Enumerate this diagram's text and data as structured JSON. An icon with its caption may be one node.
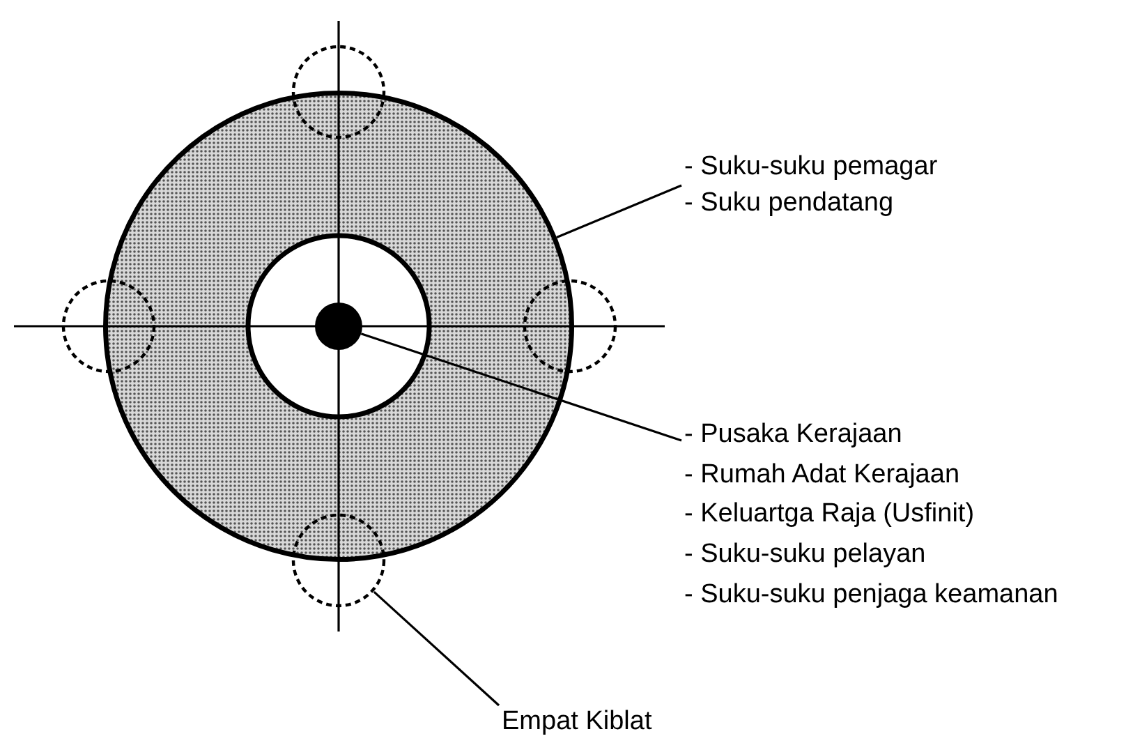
{
  "diagram": {
    "nodes": [
      {
        "text": [
          "- Suku-suku pemagar",
          "- Suku pendatang"
        ]
      },
      {
        "text": [],
        "shape": "circle"
      },
      {
        "text": [],
        "shape": "circle"
      },
      {
        "text": [],
        "shape": "circle"
      },
      {
        "text": [],
        "shape": "circle",
        "in": 2
      },
      {
        "text": [],
        "shape": "circle"
      },
      {
        "text": [
          "- Pusaka Kerajaan",
          "- Rumah Adat Kerajaan",
          "- Keluartga Raja (Usfinit)",
          "- Suku-suku pelayan",
          "- Suku-suku penjaga keamanan"
        ]
      },
      {
        "text": [],
        "shape": "circle"
      },
      {
        "text": [
          "Empat Kiblat"
        ]
      }
    ],
    "edges": [
      {
        "from": 0,
        "to": 2,
        "arrow": "none"
      },
      {
        "from": 6,
        "to": 4,
        "arrow": "none"
      },
      {
        "from": 8,
        "to": 7,
        "arrow": "none"
      }
    ]
  }
}
